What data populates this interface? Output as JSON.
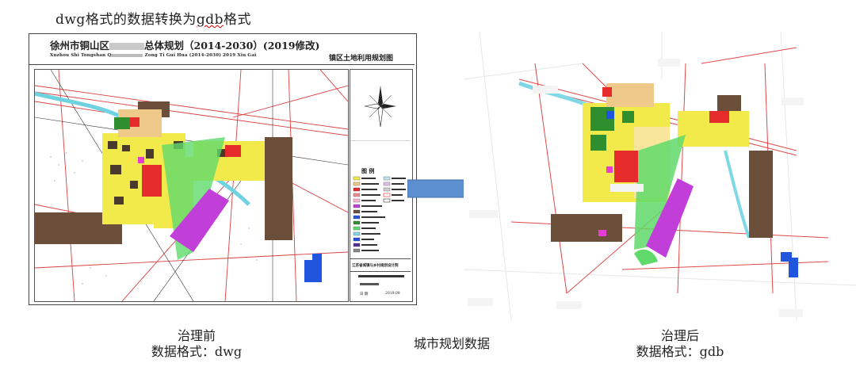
{
  "top_title": {
    "prefix": "dwg格式的数据转换为",
    "underlined": "gdb",
    "suffix": "格式"
  },
  "dwg_sheet": {
    "title": "徐州市铜山区",
    "title_tail": "总体规划（2014-2030）(2019修改)",
    "pinyin_head": "Xuzhou Shi Tongshan Q",
    "pinyin_tail": "Zong Ti Gui Hua (2014-2030) 2019 Xiu Gai",
    "sheet_name": "镇区土地利用规划图",
    "legend_title": "图 例",
    "title_block_org": "江苏省城镇与乡村规划设计院",
    "title_block_date_label": "日 期",
    "title_block_date": "2019.08"
  },
  "captions": {
    "left_line1": "治理前",
    "left_line2": "数据格式：dwg",
    "middle": "城市规划数据",
    "right_line1": "治理后",
    "right_line2": "数据格式：gdb"
  },
  "colors": {
    "residential": "#f2ea4a",
    "residential_light": "#f8e79a",
    "commercial": "#e52b2b",
    "green": "#2f8f2f",
    "industrial": "#6b4f3a",
    "purple": "#c23ed8",
    "water": "#7fd8e6",
    "road": "#e85050",
    "blue": "#2255dd",
    "tan": "#efc98a"
  }
}
